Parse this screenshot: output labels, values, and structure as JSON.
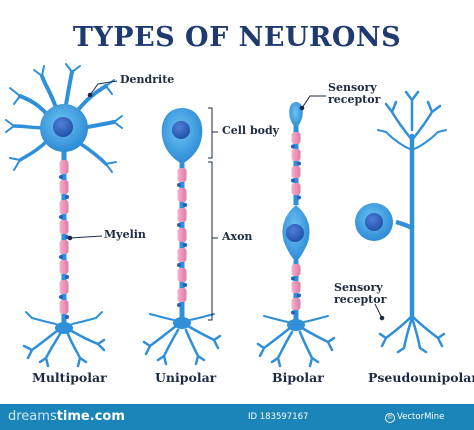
{
  "title": "TYPES OF NEURONS",
  "labels": {
    "dendrite": "Dendrite",
    "myelin": "Myelin",
    "cell_body": "Cell body",
    "axon": "Axon",
    "sensory_receptor_top_1": "Sensory",
    "sensory_receptor_top_2": "receptor",
    "sensory_receptor_bottom_1": "Sensory",
    "sensory_receptor_bottom_2": "receptor"
  },
  "captions": {
    "multipolar": "Multipolar",
    "unipolar": "Unipolar",
    "bipolar": "Bipolar",
    "pseudounipolar": "Pseudounipolar"
  },
  "footer": {
    "brand_prefix": "dreams",
    "brand_suffix": "time.com",
    "id_text": "ID 183597167",
    "copyright": "VectorMine"
  },
  "colors": {
    "neuron_blue": "#2f8fd8",
    "nucleus": "#2a5fc0",
    "myelin_pink": "#e98fb3",
    "title_navy": "#1e3a70",
    "footer_bg": "#1b84b8"
  }
}
